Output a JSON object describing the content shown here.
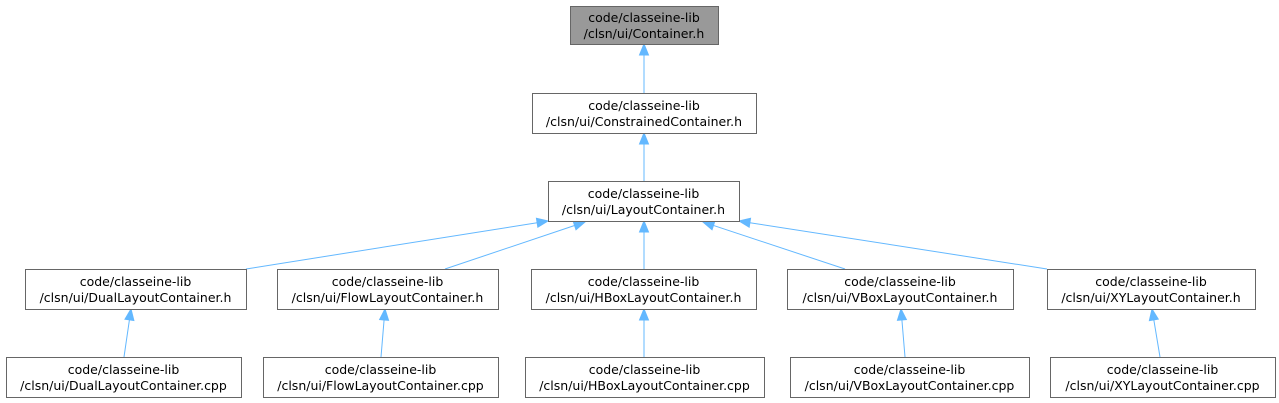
{
  "graph": {
    "type": "include-dependency-graph",
    "colors": {
      "root_fill": "#999999",
      "node_fill": "#ffffff",
      "node_border": "#666666",
      "edge": "#63b8ff"
    },
    "nodes": [
      {
        "id": "container_h",
        "line1": "code/classeine-lib",
        "line2": "/clsn/ui/Container.h",
        "root": true
      },
      {
        "id": "constrained_h",
        "line1": "code/classeine-lib",
        "line2": "/clsn/ui/ConstrainedContainer.h"
      },
      {
        "id": "layout_h",
        "line1": "code/classeine-lib",
        "line2": "/clsn/ui/LayoutContainer.h"
      },
      {
        "id": "dual_h",
        "line1": "code/classeine-lib",
        "line2": "/clsn/ui/DualLayoutContainer.h"
      },
      {
        "id": "flow_h",
        "line1": "code/classeine-lib",
        "line2": "/clsn/ui/FlowLayoutContainer.h"
      },
      {
        "id": "hbox_h",
        "line1": "code/classeine-lib",
        "line2": "/clsn/ui/HBoxLayoutContainer.h"
      },
      {
        "id": "vbox_h",
        "line1": "code/classeine-lib",
        "line2": "/clsn/ui/VBoxLayoutContainer.h"
      },
      {
        "id": "xy_h",
        "line1": "code/classeine-lib",
        "line2": "/clsn/ui/XYLayoutContainer.h"
      },
      {
        "id": "dual_cpp",
        "line1": "code/classeine-lib",
        "line2": "/clsn/ui/DualLayoutContainer.cpp"
      },
      {
        "id": "flow_cpp",
        "line1": "code/classeine-lib",
        "line2": "/clsn/ui/FlowLayoutContainer.cpp"
      },
      {
        "id": "hbox_cpp",
        "line1": "code/classeine-lib",
        "line2": "/clsn/ui/HBoxLayoutContainer.cpp"
      },
      {
        "id": "vbox_cpp",
        "line1": "code/classeine-lib",
        "line2": "/clsn/ui/VBoxLayoutContainer.cpp"
      },
      {
        "id": "xy_cpp",
        "line1": "code/classeine-lib",
        "line2": "/clsn/ui/XYLayoutContainer.cpp"
      }
    ],
    "edges": [
      {
        "from": "constrained_h",
        "to": "container_h"
      },
      {
        "from": "layout_h",
        "to": "constrained_h"
      },
      {
        "from": "dual_h",
        "to": "layout_h"
      },
      {
        "from": "flow_h",
        "to": "layout_h"
      },
      {
        "from": "hbox_h",
        "to": "layout_h"
      },
      {
        "from": "vbox_h",
        "to": "layout_h"
      },
      {
        "from": "xy_h",
        "to": "layout_h"
      },
      {
        "from": "dual_cpp",
        "to": "dual_h"
      },
      {
        "from": "flow_cpp",
        "to": "flow_h"
      },
      {
        "from": "hbox_cpp",
        "to": "hbox_h"
      },
      {
        "from": "vbox_cpp",
        "to": "vbox_h"
      },
      {
        "from": "xy_cpp",
        "to": "xy_h"
      }
    ]
  }
}
